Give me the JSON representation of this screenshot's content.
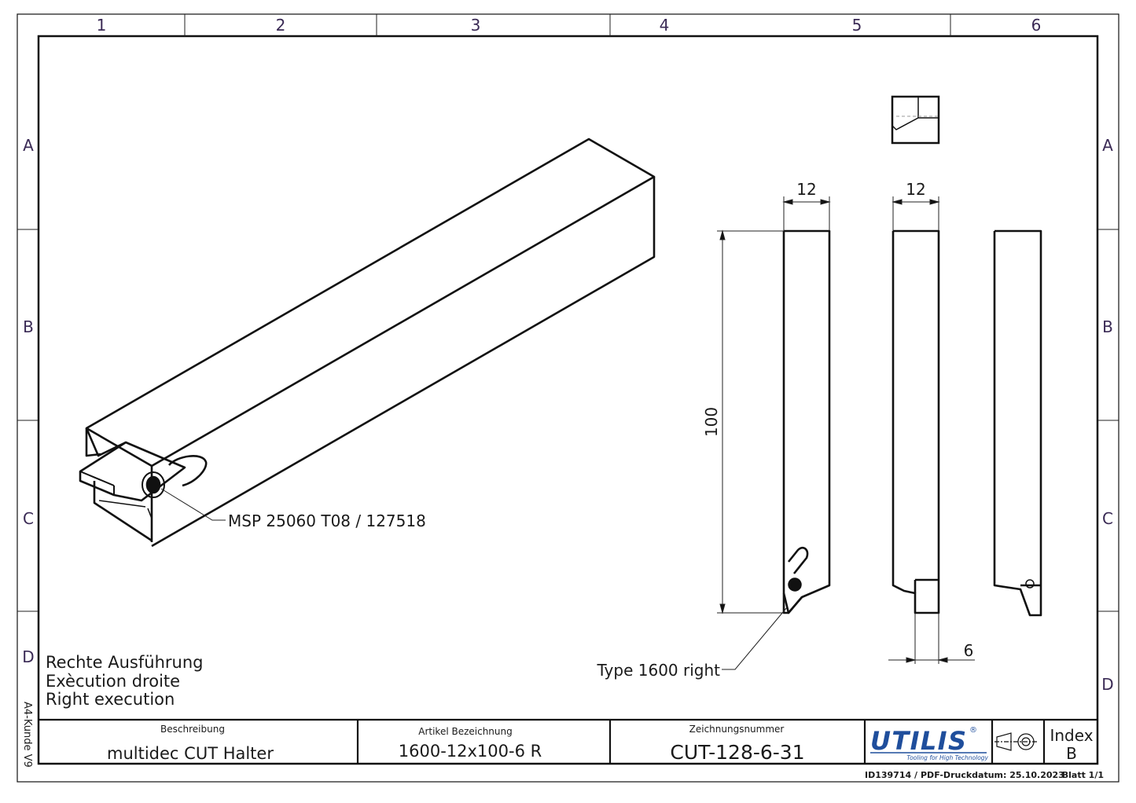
{
  "zones": {
    "columns": [
      "1",
      "2",
      "3",
      "4",
      "5",
      "6"
    ],
    "rows": [
      "A",
      "B",
      "C",
      "D"
    ]
  },
  "callouts": {
    "screw_part": "MSP 25060 T08 / 127518",
    "insert_type": "Type 1600 right"
  },
  "dimensions": {
    "width_front": "12",
    "width_side": "12",
    "length": "100",
    "offset": "6"
  },
  "execution_notes": [
    "Rechte Ausführung",
    "Exècution droite",
    "Right execution"
  ],
  "side_label": "A4-Kunde V9",
  "title_block": {
    "description_header": "Beschreibung",
    "description_value": "multidec CUT Halter",
    "article_header": "Artikel Bezeichnung",
    "article_value": "1600-12x100-6 R",
    "drawing_no_header": "Zeichnungsnummer",
    "drawing_no_value": "CUT-128-6-31",
    "logo_text": "UTILIS",
    "logo_mark": "®",
    "logo_tagline": "Tooling for High Technology",
    "index_label": "Index",
    "index_value": "B"
  },
  "footer": {
    "id": "ID139714  /",
    "print_date": "PDF-Druckdatum: 25.10.2023",
    "sheet": "Blatt 1/1"
  },
  "colors": {
    "line": "#111111",
    "zone_text": "#3a2a55",
    "logo_blue": "#1f4e9c"
  }
}
